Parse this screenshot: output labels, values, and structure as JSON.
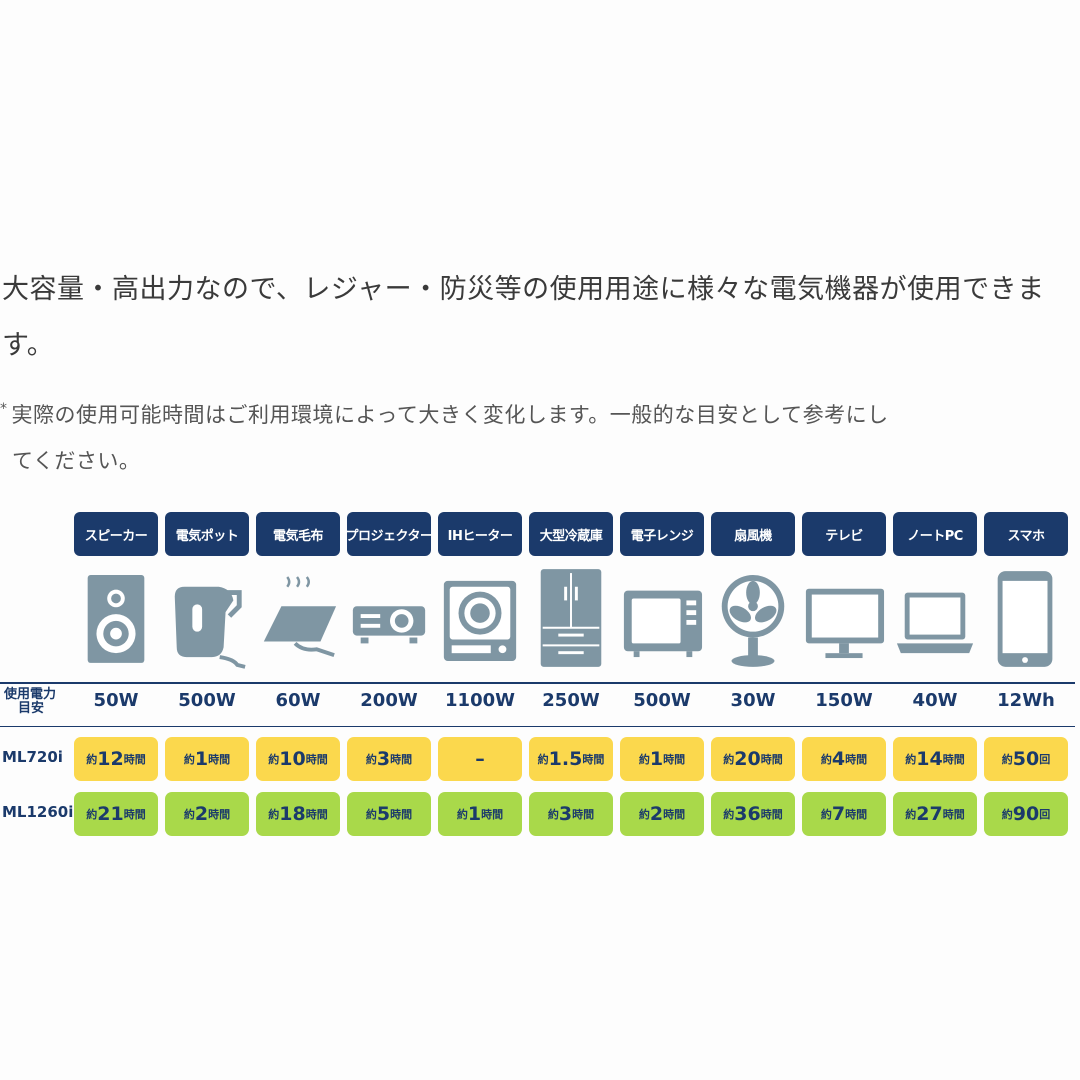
{
  "intro_text": "大容量・高出力なので、レジャー・防災等の使用用途に様々な電気機器が使用できます。",
  "note": {
    "mark": "*",
    "line1": "実際の使用可能時間はご利用環境によって大きく変化します。一般的な目安として参考にし",
    "line2": "てください。"
  },
  "row_headers": {
    "watt_line1": "使用電力",
    "watt_line2": "目安"
  },
  "models": [
    "ML720i",
    "ML1260i"
  ],
  "devices": [
    {
      "label": "スピーカー",
      "icon": "speaker-icon",
      "watt": "50W",
      "ml720i": {
        "pre": "約",
        "num": "12",
        "suf": "時間"
      },
      "ml1260i": {
        "pre": "約",
        "num": "21",
        "suf": "時間"
      }
    },
    {
      "label": "電気ポット",
      "icon": "kettle-icon",
      "watt": "500W",
      "ml720i": {
        "pre": "約",
        "num": "1",
        "suf": "時間"
      },
      "ml1260i": {
        "pre": "約",
        "num": "2",
        "suf": "時間"
      }
    },
    {
      "label": "電気毛布",
      "icon": "electric-blanket-icon",
      "watt": "60W",
      "ml720i": {
        "pre": "約",
        "num": "10",
        "suf": "時間"
      },
      "ml1260i": {
        "pre": "約",
        "num": "18",
        "suf": "時間"
      }
    },
    {
      "label": "プロジェクター",
      "icon": "projector-icon",
      "watt": "200W",
      "ml720i": {
        "pre": "約",
        "num": "3",
        "suf": "時間"
      },
      "ml1260i": {
        "pre": "約",
        "num": "5",
        "suf": "時間"
      }
    },
    {
      "label": "IHヒーター",
      "icon": "ih-heater-icon",
      "watt": "1100W",
      "ml720i": {
        "pre": "",
        "num": "–",
        "suf": ""
      },
      "ml1260i": {
        "pre": "約",
        "num": "1",
        "suf": "時間"
      }
    },
    {
      "label": "大型冷蔵庫",
      "icon": "refrigerator-icon",
      "watt": "250W",
      "ml720i": {
        "pre": "約",
        "num": "1.5",
        "suf": "時間"
      },
      "ml1260i": {
        "pre": "約",
        "num": "3",
        "suf": "時間"
      }
    },
    {
      "label": "電子レンジ",
      "icon": "microwave-icon",
      "watt": "500W",
      "ml720i": {
        "pre": "約",
        "num": "1",
        "suf": "時間"
      },
      "ml1260i": {
        "pre": "約",
        "num": "2",
        "suf": "時間"
      }
    },
    {
      "label": "扇風機",
      "icon": "fan-icon",
      "watt": "30W",
      "ml720i": {
        "pre": "約",
        "num": "20",
        "suf": "時間"
      },
      "ml1260i": {
        "pre": "約",
        "num": "36",
        "suf": "時間"
      }
    },
    {
      "label": "テレビ",
      "icon": "tv-icon",
      "watt": "150W",
      "ml720i": {
        "pre": "約",
        "num": "4",
        "suf": "時間"
      },
      "ml1260i": {
        "pre": "約",
        "num": "7",
        "suf": "時間"
      }
    },
    {
      "label": "ノートPC",
      "icon": "laptop-icon",
      "watt": "40W",
      "ml720i": {
        "pre": "約",
        "num": "14",
        "suf": "時間"
      },
      "ml1260i": {
        "pre": "約",
        "num": "27",
        "suf": "時間"
      }
    },
    {
      "label": "スマホ",
      "icon": "smartphone-icon",
      "watt": "12Wh",
      "ml720i": {
        "pre": "約",
        "num": "50",
        "suf": "回"
      },
      "ml1260i": {
        "pre": "約",
        "num": "90",
        "suf": "回"
      }
    }
  ],
  "colors": {
    "navy": "#1b3a6b",
    "ml720i_fill": "#fbd84d",
    "ml1260i_fill": "#a9d94a",
    "icon_gray": "#7f96a3"
  }
}
